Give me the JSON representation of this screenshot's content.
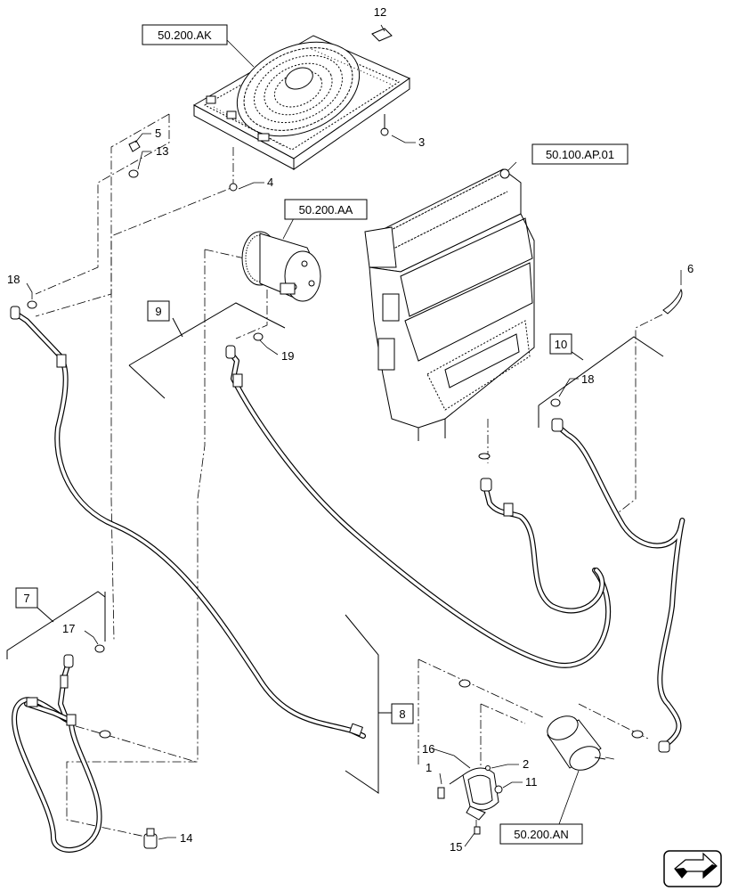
{
  "references": {
    "condenser": "50.200.AK",
    "heater_unit": "50.100.AP.01",
    "compressor": "50.200.AA",
    "receiver_drier": "50.200.AN"
  },
  "callouts": {
    "c1": "1",
    "c2": "2",
    "c3": "3",
    "c4": "4",
    "c5": "5",
    "c6": "6",
    "c7": "7",
    "c8": "8",
    "c9": "9",
    "c10": "10",
    "c11": "11",
    "c12": "12",
    "c13": "13",
    "c14": "14",
    "c15": "15",
    "c16": "16",
    "c17": "17",
    "c18a": "18",
    "c18b": "18",
    "c19": "19"
  },
  "colors": {
    "line": "#000000",
    "part_fill": "#ffffff",
    "part_shade": "#d9d9d9"
  },
  "icons": {
    "navigation": "next-page-arrow-icon"
  }
}
